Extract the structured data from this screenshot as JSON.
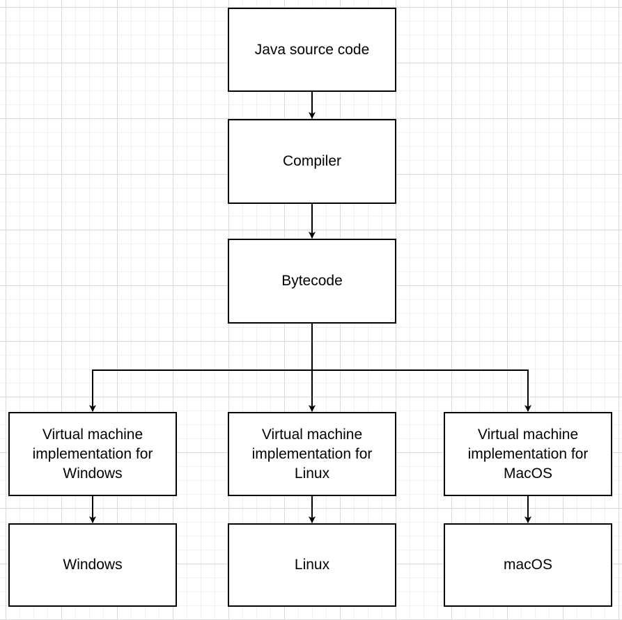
{
  "diagram": {
    "nodes": {
      "source": "Java source code",
      "compiler": "Compiler",
      "bytecode": "Bytecode",
      "vm_windows": "Virtual machine\nimplementation for\nWindows",
      "vm_linux": "Virtual machine\nimplementation for\nLinux",
      "vm_macos": "Virtual machine\nimplementation for\nMacOS",
      "os_windows": "Windows",
      "os_linux": "Linux",
      "os_macos": "macOS"
    },
    "edges": [
      {
        "from": "source",
        "to": "compiler"
      },
      {
        "from": "compiler",
        "to": "bytecode"
      },
      {
        "from": "bytecode",
        "to": "vm_windows"
      },
      {
        "from": "bytecode",
        "to": "vm_linux"
      },
      {
        "from": "bytecode",
        "to": "vm_macos"
      },
      {
        "from": "vm_windows",
        "to": "os_windows"
      },
      {
        "from": "vm_linux",
        "to": "os_linux"
      },
      {
        "from": "vm_macos",
        "to": "os_macos"
      }
    ]
  }
}
